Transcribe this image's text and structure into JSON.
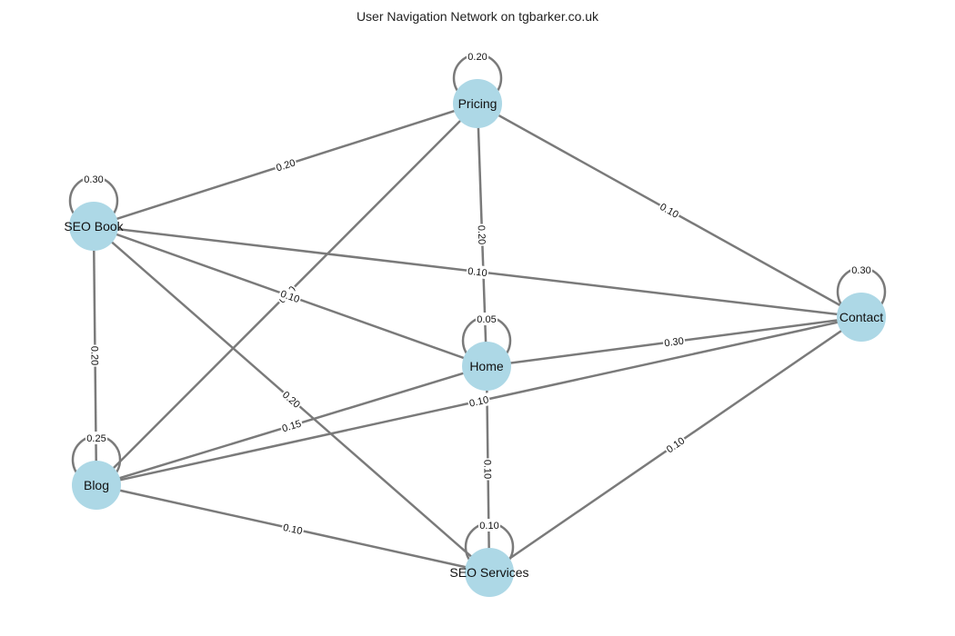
{
  "title": "User Navigation Network on tgbarker.co.uk",
  "graph": {
    "nodes": [
      {
        "id": "pricing",
        "label": "Pricing",
        "self_weight": "0.20"
      },
      {
        "id": "seo-book",
        "label": "SEO Book",
        "self_weight": "0.30"
      },
      {
        "id": "contact",
        "label": "Contact",
        "self_weight": "0.30"
      },
      {
        "id": "home",
        "label": "Home",
        "self_weight": "0.05"
      },
      {
        "id": "blog",
        "label": "Blog",
        "self_weight": "0.25"
      },
      {
        "id": "seo-services",
        "label": "SEO Services",
        "self_weight": "0.10"
      }
    ],
    "edges": [
      {
        "source": "seo-book",
        "target": "pricing",
        "weight": "0.20"
      },
      {
        "source": "pricing",
        "target": "contact",
        "weight": "0.10"
      },
      {
        "source": "pricing",
        "target": "home",
        "weight": "0.20"
      },
      {
        "source": "pricing",
        "target": "blog",
        "weight": "0.10"
      },
      {
        "source": "seo-book",
        "target": "contact",
        "weight": "0.10"
      },
      {
        "source": "seo-book",
        "target": "home",
        "weight": "0.10"
      },
      {
        "source": "seo-book",
        "target": "blog",
        "weight": "0.20"
      },
      {
        "source": "seo-book",
        "target": "seo-services",
        "weight": "0.20"
      },
      {
        "source": "home",
        "target": "contact",
        "weight": "0.30"
      },
      {
        "source": "blog",
        "target": "contact",
        "weight": "0.10"
      },
      {
        "source": "seo-services",
        "target": "contact",
        "weight": "0.10"
      },
      {
        "source": "home",
        "target": "blog",
        "weight": "0.15"
      },
      {
        "source": "home",
        "target": "seo-services",
        "weight": "0.10"
      },
      {
        "source": "blog",
        "target": "seo-services",
        "weight": "0.10"
      }
    ],
    "colors": {
      "node": "#add8e6",
      "edge": "#7a7a7a"
    }
  }
}
